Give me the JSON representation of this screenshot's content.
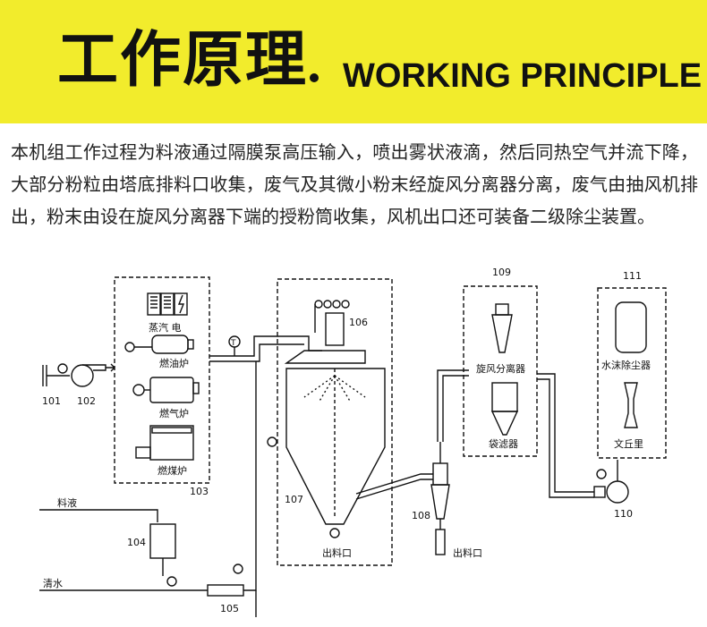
{
  "header": {
    "title_cn": "工作原理",
    "title_en": "WORKING PRINCIPLE",
    "background_color": "#f2ec2c"
  },
  "description": "本机组工作过程为料液通过隔膜泵高压输入，喷出雾状液滴，然后同热空气并流下降，大部分粉粒由塔底排料口收集，废气及其微小粉末经旋风分离器分离，废气由抽风机排出，粉末由设在旋风分离器下端的授粉筒收集，风机出口还可装备二级除尘装置。",
  "diagram": {
    "heat_sources": {
      "steam_electric": "蒸汽 电",
      "fuel_oil": "燃油炉",
      "gas": "燃气炉",
      "coal": "燃煤炉"
    },
    "numbers": {
      "n101": "101",
      "n102": "102",
      "n103": "103",
      "n104": "104",
      "n105": "105",
      "n106": "106",
      "n107": "107",
      "n108": "108",
      "n109": "109",
      "n110": "110",
      "n111": "111"
    },
    "labels": {
      "feed_liquid": "料液",
      "clean_water": "清水",
      "outlet_tower": "出料口",
      "outlet_cyclone": "出料口",
      "cyclone_separator": "旋风分离器",
      "bag_filter": "袋滤器",
      "water_scrubber": "水沫除尘器",
      "venturi": "文丘里",
      "thermometer": "T"
    }
  }
}
